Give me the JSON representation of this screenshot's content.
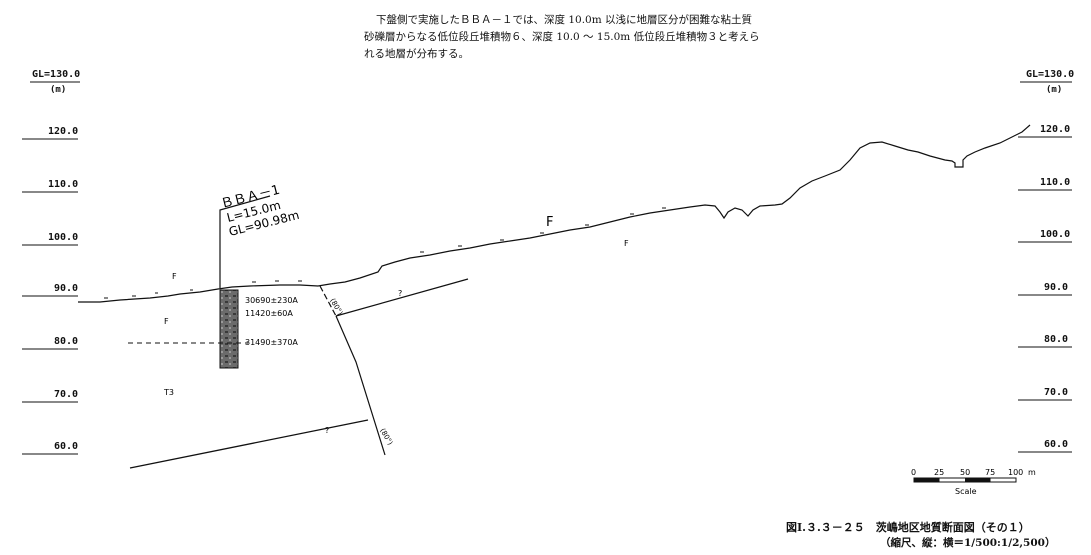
{
  "note": {
    "line1": "下盤側で実施したＢＢＡ－１では、深度 10.0m 以浅に地層区分が困難な粘土質",
    "line2": "砂礫層からなる低位段丘堆積物６、深度 10.0 ～ 15.0m 低位段丘堆積物３と考えら",
    "line3": "れる地層が分布する。"
  },
  "elevation_axis": {
    "top_label": "GL=130.0",
    "unit": "(m)",
    "ticks": [
      "120.0",
      "110.0",
      "100.0",
      "90.0",
      "80.0",
      "70.0",
      "60.0"
    ]
  },
  "borehole": {
    "name": "ＢＢＡ－1",
    "length": "L=15.0m",
    "ground_level": "GL=90.98m",
    "dates": [
      "30690±230A",
      "11420±60A",
      "31490±370A"
    ]
  },
  "units": {
    "fill_left_upper": "F",
    "fill_left_lower": "F",
    "terrace_t3": "T3",
    "fault_big": "F",
    "fault_small": "F"
  },
  "fault_marks": {
    "question": "?",
    "dip_label": "(80°)"
  },
  "scale_bar": {
    "ticks": [
      "0",
      "25",
      "50",
      "75",
      "100"
    ],
    "unit": "m",
    "label": "Scale"
  },
  "figure": {
    "title": "図Ⅰ.３.３－２５　茨嶋地区地質断面図（その１）",
    "scale_note": "（縮尺、縦：横＝1/500:1/2,500）"
  }
}
